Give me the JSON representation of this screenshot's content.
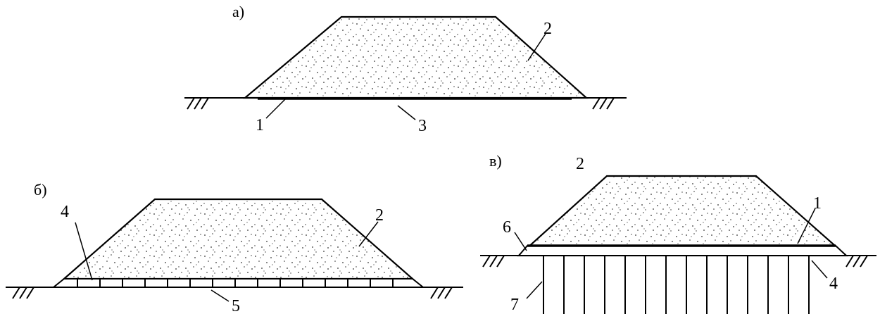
{
  "figure": {
    "panels": [
      {
        "id": "a",
        "label": "а)",
        "callouts": [
          "1",
          "2",
          "3"
        ]
      },
      {
        "id": "b",
        "label": "б)",
        "callouts": [
          "2",
          "4",
          "5"
        ]
      },
      {
        "id": "v",
        "label": "в)",
        "callouts": [
          "1",
          "2",
          "4",
          "6",
          "7"
        ]
      }
    ]
  }
}
